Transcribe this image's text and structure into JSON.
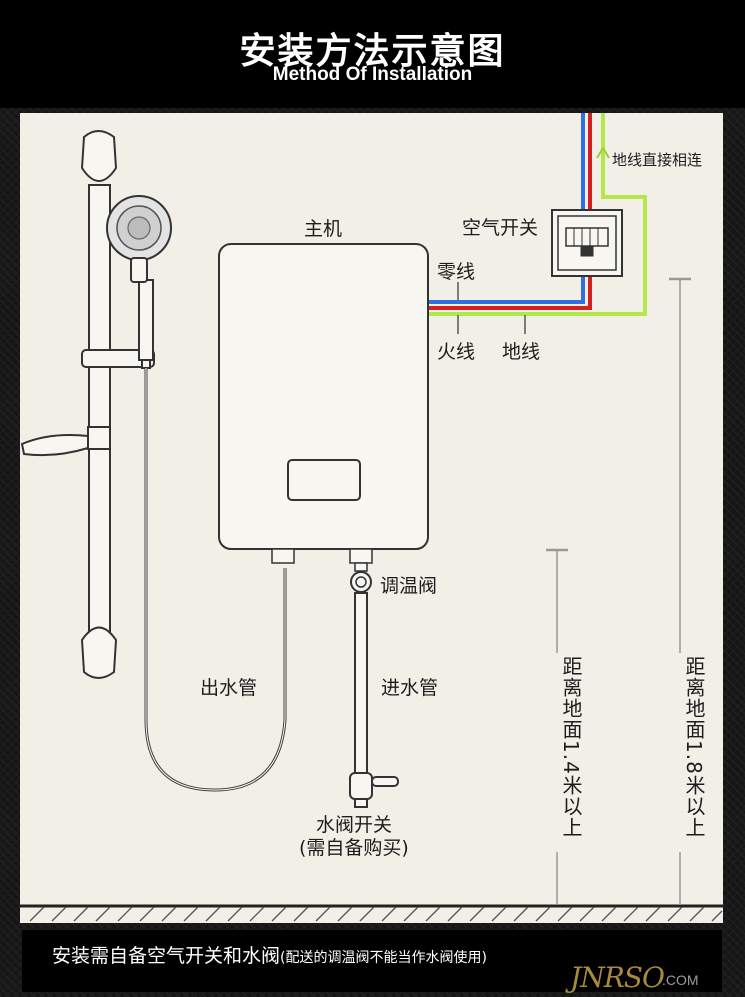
{
  "header": {
    "title_cn": "安装方法示意图",
    "title_en": "Method Of Installation"
  },
  "labels": {
    "ground_wire_direct": "地线直接相连",
    "air_switch": "空气开关",
    "main_unit": "主机",
    "neutral_wire": "零线",
    "live_wire": "火线",
    "ground_wire": "地线",
    "temp_valve": "调温阀",
    "outlet_pipe": "出水管",
    "inlet_pipe": "进水管",
    "water_valve_switch": "水阀开关",
    "self_purchase": "(需自备购买)",
    "height_14": "距离地面1.4米以上",
    "height_18": "距离地面1.8米以上"
  },
  "footer": {
    "main": "安装需自备空气开关和水阀",
    "sub": "(配送的调温阀不能当作水阀使用)"
  },
  "watermark": {
    "logo": "JNRSO",
    "domain": ".COM"
  },
  "colors": {
    "neutral_wire": "#2f6fe0",
    "live_wire": "#d42020",
    "ground_wire": "#b4e84a",
    "background_panel": "#f1efe6"
  }
}
